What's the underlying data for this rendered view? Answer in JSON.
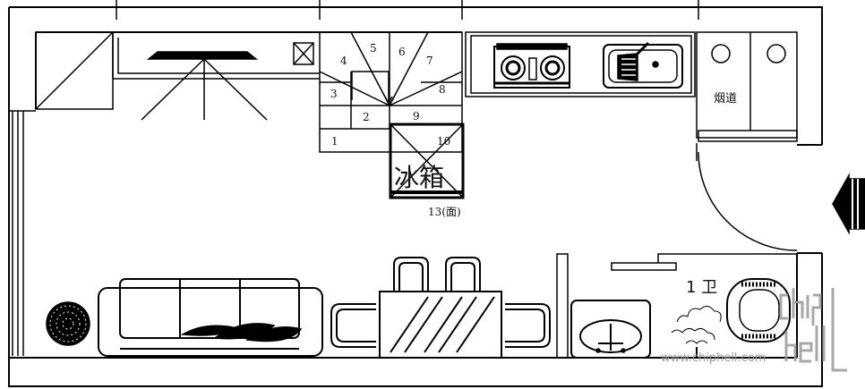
{
  "labels": {
    "chimney": "烟道",
    "fridge": "冰箱",
    "stair_note": "13(面)",
    "bathroom": "1 卫"
  },
  "stair_steps": [
    "1",
    "2",
    "3",
    "4",
    "5",
    "6",
    "7",
    "8",
    "9",
    "10"
  ],
  "watermark": {
    "site": "www.chiphell.com",
    "logo": "chiphell"
  },
  "colors": {
    "line": "#000000",
    "background": "#ffffff",
    "fridge_text": "#333333",
    "watermark": "#9a9a9a"
  },
  "icons": [
    "entry-arrow-icon",
    "plant-icon",
    "sink-icon",
    "stove-icon",
    "fridge-icon",
    "toilet-icon",
    "shower-icon",
    "tv-icon"
  ]
}
